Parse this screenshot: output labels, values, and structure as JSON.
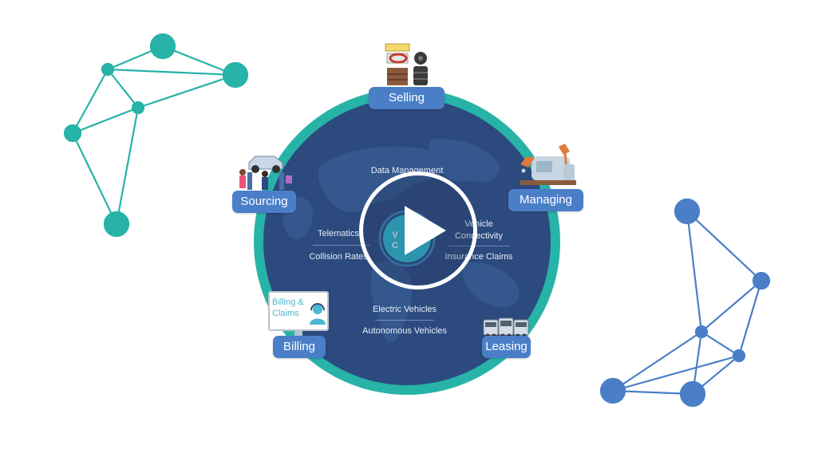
{
  "colors": {
    "ring": "#27b3a7",
    "circle": "#2c4a7e",
    "pill": "#4a7fc8",
    "network_teal": "#27b3a7",
    "network_blue": "#4a7fc8",
    "play": "#ffffff"
  },
  "labels": {
    "selling": "Selling",
    "managing": "Managing",
    "sourcing": "Sourcing",
    "billing": "Billing",
    "leasing": "Leasing"
  },
  "center": {
    "data_management": "Data Management",
    "telematics": "Telematics",
    "collision_rates": "Collision Rates",
    "vehicle_connectivity_line1": "Vehicle",
    "vehicle_connectivity_line2": "Connectivity",
    "insurance_claims": "Insurance Claims",
    "electric_vehicles": "Electric Vehicles",
    "autonomous_vehicles": "Autonomous Vehicles",
    "hub_line1": "V",
    "hub_line2": "C"
  },
  "billing_panel": {
    "line1": "Billing &",
    "line2": "Claims"
  },
  "icons": {
    "play": "play-icon",
    "selling": "tires-icon",
    "managing": "robot-arm-icon",
    "sourcing": "car-lift-icon",
    "billing": "support-agent-icon",
    "leasing": "vehicle-fleet-icon"
  }
}
